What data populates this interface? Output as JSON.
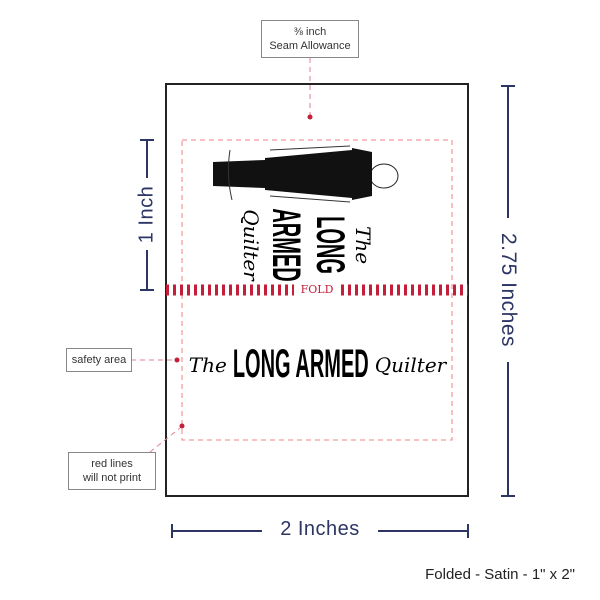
{
  "seam_label": {
    "line1": "⅜ inch",
    "line2": "Seam Allowance"
  },
  "safety_label": "safety area",
  "red_lines_label": {
    "line1": "red lines",
    "line2": "will not print"
  },
  "dimensions": {
    "height_fold": "1 Inch",
    "height_total": "2.75 Inches",
    "width": "2 Inches"
  },
  "fold_label": "FOLD",
  "label_text": {
    "the": "The",
    "main": "LONG ARMED",
    "quilter": "Quilter"
  },
  "caption": "Folded - Satin - 1\" x 2\"",
  "colors": {
    "navy": "#2c3564",
    "red": "#c41e3a",
    "dash": "#f08080"
  }
}
